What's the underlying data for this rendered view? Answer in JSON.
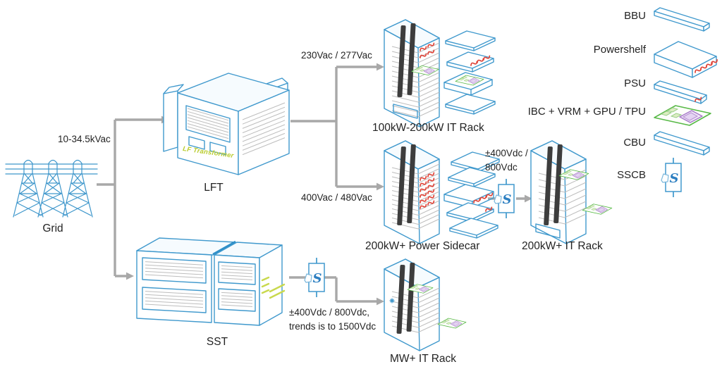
{
  "colors": {
    "outline_blue": "#4099cd",
    "busbar_dark": "#3d3d3d",
    "connector_red": "#e04438",
    "board_green": "#58b947",
    "chip_purple": "#a678c8",
    "accent_yellowgreen": "#c3d435",
    "arrow_gray": "#a8a8a8",
    "text_dark": "#232323"
  },
  "grid": {
    "label": "Grid",
    "voltage_label": "10-34.5kVac"
  },
  "lft": {
    "label": "LFT",
    "device_text": "LF Transformer",
    "output_top_label": "230Vac / 277Vac",
    "output_bottom_label": "400Vac / 480Vac"
  },
  "sst": {
    "label": "SST",
    "output_label_line1": "±400Vdc / 800Vdc,",
    "output_label_line2": "trends is to 1500Vdc"
  },
  "racks": {
    "it_rack_100_200": {
      "label": "100kW-200kW IT Rack"
    },
    "power_sidecar": {
      "label": "200kW+ Power Sidecar",
      "output_label_line1": "±400Vdc /",
      "output_label_line2": "800Vdc"
    },
    "it_rack_200": {
      "label": "200kW+ IT Rack"
    },
    "it_rack_mw": {
      "label": "MW+ IT Rack"
    }
  },
  "legend": {
    "items": [
      {
        "label": "BBU",
        "icon": "bbu-bar-icon"
      },
      {
        "label": "Powershelf",
        "icon": "powershelf-icon"
      },
      {
        "label": "PSU",
        "icon": "psu-bar-icon"
      },
      {
        "label": "IBC + VRM + GPU / TPU",
        "icon": "ibc-board-icon"
      },
      {
        "label": "CBU",
        "icon": "cbu-bar-icon"
      },
      {
        "label": "SSCB",
        "icon": "sscb-icon"
      }
    ]
  }
}
